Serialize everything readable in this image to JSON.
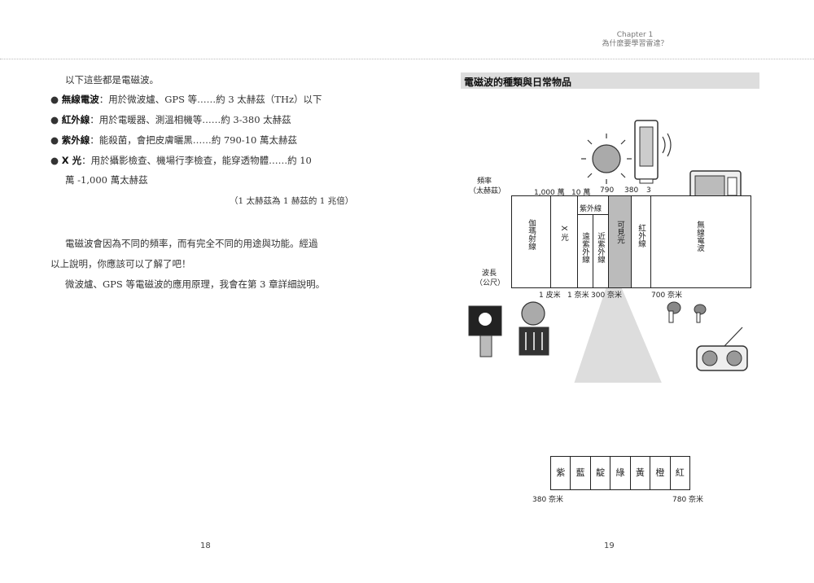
{
  "header": {
    "chapter": "Chapter 1",
    "subtitle": "為什麼要學習雷達？"
  },
  "left": {
    "intro": "以下這些都是電磁波。",
    "bullets": [
      {
        "term": "無線電波",
        "desc": "：用於微波爐、GPS 等……約 3 太赫茲（THz）以下"
      },
      {
        "term": "紅外線",
        "desc": "：用於電暖器、測溫相機等……約 3-380 太赫茲"
      },
      {
        "term": "紫外線",
        "desc": "：能殺菌，會把皮膚曬黑……約 790-10 萬太赫茲"
      },
      {
        "term": "X 光",
        "desc": "：用於攝影檢查、機場行李檢查，能穿透物體……約 10"
      }
    ],
    "bullet_cont": "萬 -1,000 萬太赫茲",
    "note": "（1 太赫茲為 1 赫茲的 1 兆倍）",
    "para1": "電磁波會因為不同的頻率，而有完全不同的用途與功能。經過",
    "para2": "以上說明，你應該可以了解了吧！",
    "para3": "微波爐、GPS 等電磁波的應用原理，我會在第 3 章詳細說明。",
    "page": "18"
  },
  "right": {
    "title": "電磁波的種類與日常物品",
    "freq_label_1": "頻率",
    "freq_label_2": "（太赫茲）",
    "freq_ticks": [
      "1,000 萬",
      "10 萬",
      "790",
      "380",
      "3"
    ],
    "wave_label_1": "波長",
    "wave_label_2": "（公尺）",
    "wave_ticks": [
      "1 皮米",
      "1 奈米",
      "300 奈米",
      "700 奈米"
    ],
    "bands": {
      "gamma": "伽瑪射線",
      "xray": "X 光",
      "uv": "紫外線",
      "far_uv": "遠紫外線",
      "near_uv": "近紫外線",
      "visible": "可見光",
      "ir": "紅外線",
      "radio": "無線電波"
    },
    "visible_colors": [
      "紫",
      "藍",
      "靛",
      "綠",
      "黃",
      "橙",
      "紅"
    ],
    "vis_start": "380 奈米",
    "vis_end": "780 奈米",
    "page": "19"
  }
}
